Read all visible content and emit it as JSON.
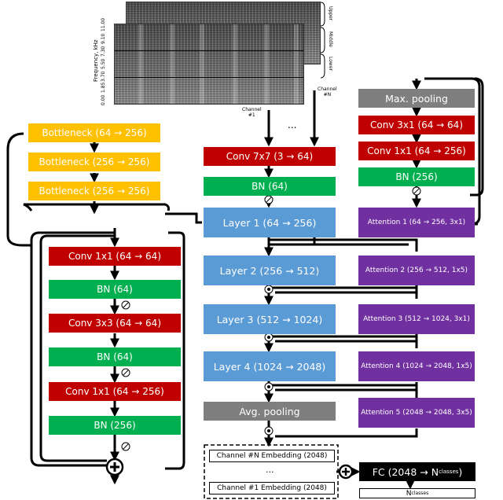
{
  "spectrogram": {
    "ylabel": "Frequency, kHz",
    "ticks": [
      "11.00",
      "9.10",
      "7.30",
      "5.50",
      "3.70",
      "1.85",
      "0.00"
    ],
    "band_labels": [
      "Upper",
      "Middle",
      "Lower"
    ],
    "channel_first": "Channel\n#1",
    "channel_last": "Channel\n#N",
    "ellipsis": "..."
  },
  "bottleneck_stack": [
    "Bottleneck (64 → 256)",
    "Bottleneck (256 → 256)",
    "Bottleneck (256 → 256)"
  ],
  "bottleneck_detail": [
    "Conv 1x1 (64 → 64)",
    "BN (64)",
    "Conv 3x3 (64 → 64)",
    "BN (64)",
    "Conv 1x1 (64 → 256)",
    "BN (256)"
  ],
  "backbone": {
    "conv7": "Conv 7x7 (3 → 64)",
    "bn": "BN (64)",
    "layers": [
      "Layer 1 (64 → 256)",
      "Layer 2 (256 → 512)",
      "Layer 3 (512 → 1024)",
      "Layer 4 (1024 → 2048)"
    ],
    "avgpool": "Avg. pooling",
    "ellipsis": "..."
  },
  "attention_block": [
    "Max. pooling",
    "Conv 3x1 (64 → 64)",
    "Conv 1x1 (64 → 256)",
    "BN (256)"
  ],
  "attention": [
    "Attention 1 (64 → 256, 3x1)",
    "Attention 2 (256 → 512, 1x5)",
    "Attention 3 (512 → 1024, 3x1)",
    "Attention 4 (1024 → 2048, 1x5)",
    "Attention 5 (2048 → 2048, 3x5)"
  ],
  "embeddings": {
    "last": "Channel #N Embedding (2048)",
    "first": "Channel #1 Embedding (2048)",
    "ellipsis": "..."
  },
  "fc": {
    "label": "FC (2048 → N",
    "sub": "classes",
    "suffix": ")"
  },
  "output": {
    "label": "N",
    "sub": "classes"
  },
  "colors": {
    "conv": "#c00000",
    "bn": "#00b050",
    "bottleneck": "#ffc000",
    "layer": "#5b9bd5",
    "attention": "#7030a0",
    "pool": "#7f7f7f"
  }
}
